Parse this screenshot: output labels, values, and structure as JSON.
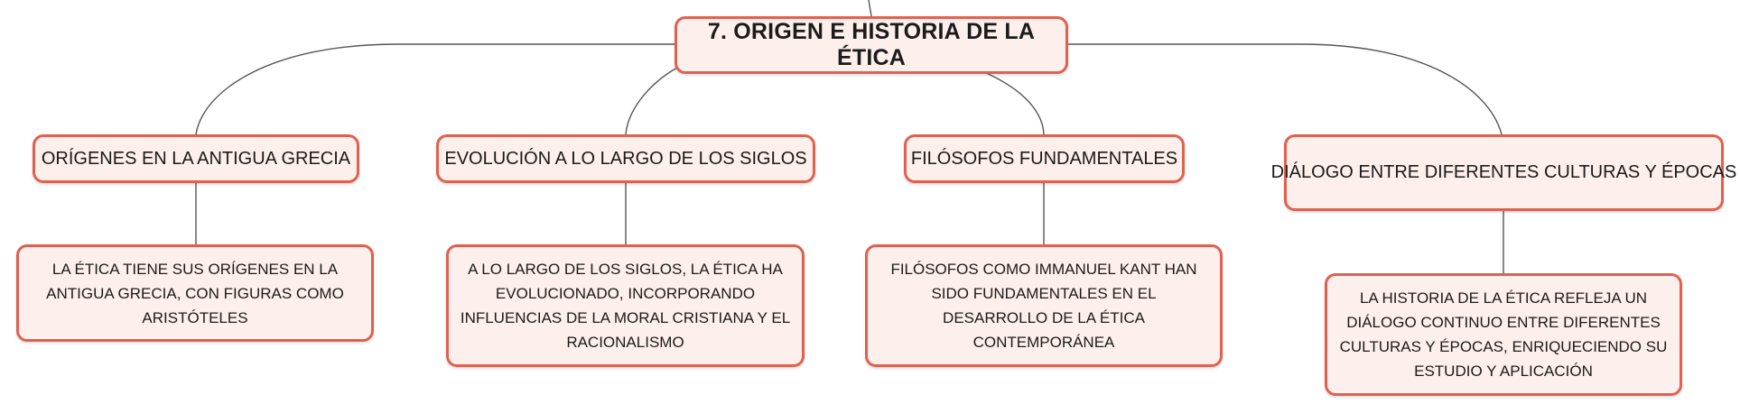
{
  "map": {
    "central_topic": "7. ORIGEN E HISTORIA DE LA ÉTICA",
    "topics": [
      {
        "label": "ORÍGENES EN LA ANTIGUA GRECIA",
        "detail": "LA ÉTICA TIENE SUS ORÍGENES EN LA ANTIGUA GRECIA, CON FIGURAS COMO ARISTÓTELES"
      },
      {
        "label": "EVOLUCIÓN A LO LARGO DE LOS SIGLOS",
        "detail": "A LO LARGO DE LOS SIGLOS, LA ÉTICA HA EVOLUCIONADO, INCORPORANDO INFLUENCIAS DE LA MORAL CRISTIANA Y EL RACIONALISMO"
      },
      {
        "label": "FILÓSOFOS FUNDAMENTALES",
        "detail": "FILÓSOFOS COMO IMMANUEL KANT HAN SIDO FUNDAMENTALES EN EL DESARROLLO DE LA ÉTICA CONTEMPORÁNEA"
      },
      {
        "label": "DIÁLOGO ENTRE DIFERENTES CULTURAS Y ÉPOCAS",
        "detail": "LA HISTORIA DE LA ÉTICA REFLEJA UN DIÁLOGO CONTINUO ENTRE DIFERENTES CULTURAS Y ÉPOCAS, ENRIQUECIENDO SU ESTUDIO Y APLICACIÓN"
      }
    ]
  },
  "colors": {
    "node_border": "#e06150",
    "node_fill": "#fdefeb",
    "connector": "#555555",
    "text": "#1b1b1b"
  }
}
